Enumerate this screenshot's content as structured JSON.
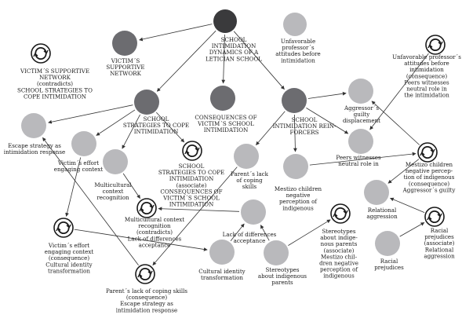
{
  "colors": {
    "dark": "#3a3a3c",
    "medium": "#6c6c70",
    "light": "#b9b9bc",
    "line": "#333333",
    "icon": "#1a1a1a"
  },
  "nodes": [
    {
      "id": "school_intimidation",
      "shade": "dark",
      "lines": [
        "SCHOOL",
        "INTIMIDATION",
        "DYNAMICS OF A",
        "LETICIAN SCHOOL"
      ]
    },
    {
      "id": "victims_network",
      "shade": "medium",
      "lines": [
        "VICTIM´S",
        "SUPPORTIVE",
        "NETWORK"
      ]
    },
    {
      "id": "unfavorable_before",
      "shade": "light",
      "lines": [
        "Unfavorable",
        "professor´s",
        "attitudes before",
        "intimidation"
      ]
    },
    {
      "id": "unfavorable_consequence",
      "shade": "none",
      "lines": [
        "Unfavorable professor´s",
        "attitudes before",
        "intimidation",
        "(consequence)",
        "Peers witnesses",
        "neutral role in",
        "the intimidation"
      ]
    },
    {
      "id": "victims_network_contradicts",
      "shade": "none",
      "lines": [
        "VICTIM´S SUPPORTIVE",
        "NETWORK",
        "(contradicts)",
        "SCHOOL STRATEGIES TO",
        "COPE INTIMIDATION"
      ]
    },
    {
      "id": "school_strategies",
      "shade": "medium",
      "lines": [
        "SCHOOL",
        "STRATEGIES TO COPE",
        "INTIMIDATION"
      ]
    },
    {
      "id": "consequences",
      "shade": "medium",
      "lines": [
        "CONSEQUENCES OF",
        "VICTIM´S SCHOOL",
        "INTIMIDATION"
      ]
    },
    {
      "id": "reinforcers",
      "shade": "medium",
      "lines": [
        "SCHOOL",
        "INTIMIDATION REIN-",
        "FORCERS"
      ]
    },
    {
      "id": "aggressor_guilty",
      "shade": "light",
      "lines": [
        "Aggressor´s",
        "guilty",
        "displacement"
      ]
    },
    {
      "id": "peers_witnesses",
      "shade": "light",
      "lines": [
        "Peers witnesses",
        "neutral role in"
      ]
    },
    {
      "id": "escape",
      "shade": "light",
      "lines": [
        "Escape strategy as",
        "intimidation response"
      ]
    },
    {
      "id": "victims_effort",
      "shade": "light",
      "lines": [
        "Victim´s effort",
        "engaging context"
      ]
    },
    {
      "id": "multicultural",
      "shade": "light",
      "lines": [
        "Multicultural",
        "context",
        "recognition"
      ]
    },
    {
      "id": "strategies_assoc",
      "shade": "none",
      "lines": [
        "SCHOOL",
        "STRATEGIES TO COPE",
        "INTIMIDATION",
        "(associate)",
        "CONSEQUENCES OF",
        "VICTIM´S SCHOOL",
        "INTIMIDATION"
      ]
    },
    {
      "id": "parents_lack",
      "shade": "light",
      "lines": [
        "Parent´s lack",
        "of coping",
        "skills"
      ]
    },
    {
      "id": "mestizo_children",
      "shade": "light",
      "lines": [
        "Mestizo children",
        "negative",
        "perception of",
        "indigenous"
      ]
    },
    {
      "id": "mestizo_consequence",
      "shade": "none",
      "lines": [
        "Mestizo children",
        "negative percep-",
        "tion of indigenous",
        "(consequence)",
        "Aggressor´s guilty"
      ]
    },
    {
      "id": "relational",
      "shade": "light",
      "lines": [
        "Relational",
        "aggression"
      ]
    },
    {
      "id": "multicultural_contradicts",
      "shade": "none",
      "lines": [
        "Multicultural context",
        "recognition",
        "(contradicts)",
        "Lack of differences",
        "acceptance"
      ]
    },
    {
      "id": "lack_differences",
      "shade": "light",
      "lines": [
        "Lack of differences",
        "acceptance"
      ]
    },
    {
      "id": "stereotypes_assoc",
      "shade": "none",
      "lines": [
        "Stereotypes",
        "about indige-",
        "nous parents",
        "(associate)",
        "Mestizo chil-",
        "dren negative",
        "perception of",
        "indigenous"
      ]
    },
    {
      "id": "victims_effort_consequence",
      "shade": "none",
      "lines": [
        "Victim´s effort",
        "engaging context",
        "(consequence)",
        "Cultural identity",
        "transformation"
      ]
    },
    {
      "id": "racial_assoc",
      "shade": "none",
      "lines": [
        "Racial",
        "prejudices",
        "(associate)",
        "Relational",
        "aggression"
      ]
    },
    {
      "id": "racial",
      "shade": "light",
      "lines": [
        "Racial",
        "prejudices"
      ]
    },
    {
      "id": "cultural_identity",
      "shade": "light",
      "lines": [
        "Cultural identity",
        "transformation"
      ]
    },
    {
      "id": "stereotypes",
      "shade": "light",
      "lines": [
        "Stereotypes",
        "about indigenous",
        "parents"
      ]
    },
    {
      "id": "parents_consequence",
      "shade": "none",
      "lines": [
        "Parent´s lack of coping skills",
        "(consequence)",
        "Escape strategy as",
        "intimidation response"
      ]
    }
  ],
  "edges": [
    [
      "school_intimidation",
      "victims_network"
    ],
    [
      "school_intimidation",
      "school_strategies"
    ],
    [
      "school_intimidation",
      "consequences"
    ],
    [
      "school_intimidation",
      "reinforcers"
    ],
    [
      "reinforcers",
      "aggressor_guilty"
    ],
    [
      "reinforcers",
      "peers_witnesses"
    ],
    [
      "reinforcers",
      "mestizo_children"
    ],
    [
      "reinforcers",
      "parents_lack"
    ],
    [
      "unfavorable_consequence",
      "peers_witnesses"
    ],
    [
      "school_strategies",
      "escape"
    ],
    [
      "school_strategies",
      "victims_effort"
    ],
    [
      "school_strategies",
      "multicultural"
    ],
    [
      "school_strategies",
      "strategies_assoc"
    ],
    [
      "victims_effort",
      "victims_effort_consequence"
    ],
    [
      "multicultural",
      "multicultural_contradicts"
    ],
    [
      "mestizo_children",
      "mestizo_consequence"
    ],
    [
      "mestizo_consequence",
      "relational"
    ],
    [
      "mestizo_consequence",
      "aggressor_guilty"
    ],
    [
      "stereotypes",
      "stereotypes_assoc"
    ],
    [
      "racial_assoc",
      "relational"
    ],
    [
      "racial",
      "racial_assoc"
    ],
    [
      "victims_effort_consequence",
      "cultural_identity"
    ],
    [
      "parents_consequence",
      "escape"
    ],
    [
      "parents_lack",
      "parents_consequence"
    ],
    [
      "lack_differences",
      "multicultural_contradicts"
    ],
    [
      "stereotypes",
      "lack_differences"
    ],
    [
      "cultural_identity",
      "lack_differences"
    ]
  ]
}
